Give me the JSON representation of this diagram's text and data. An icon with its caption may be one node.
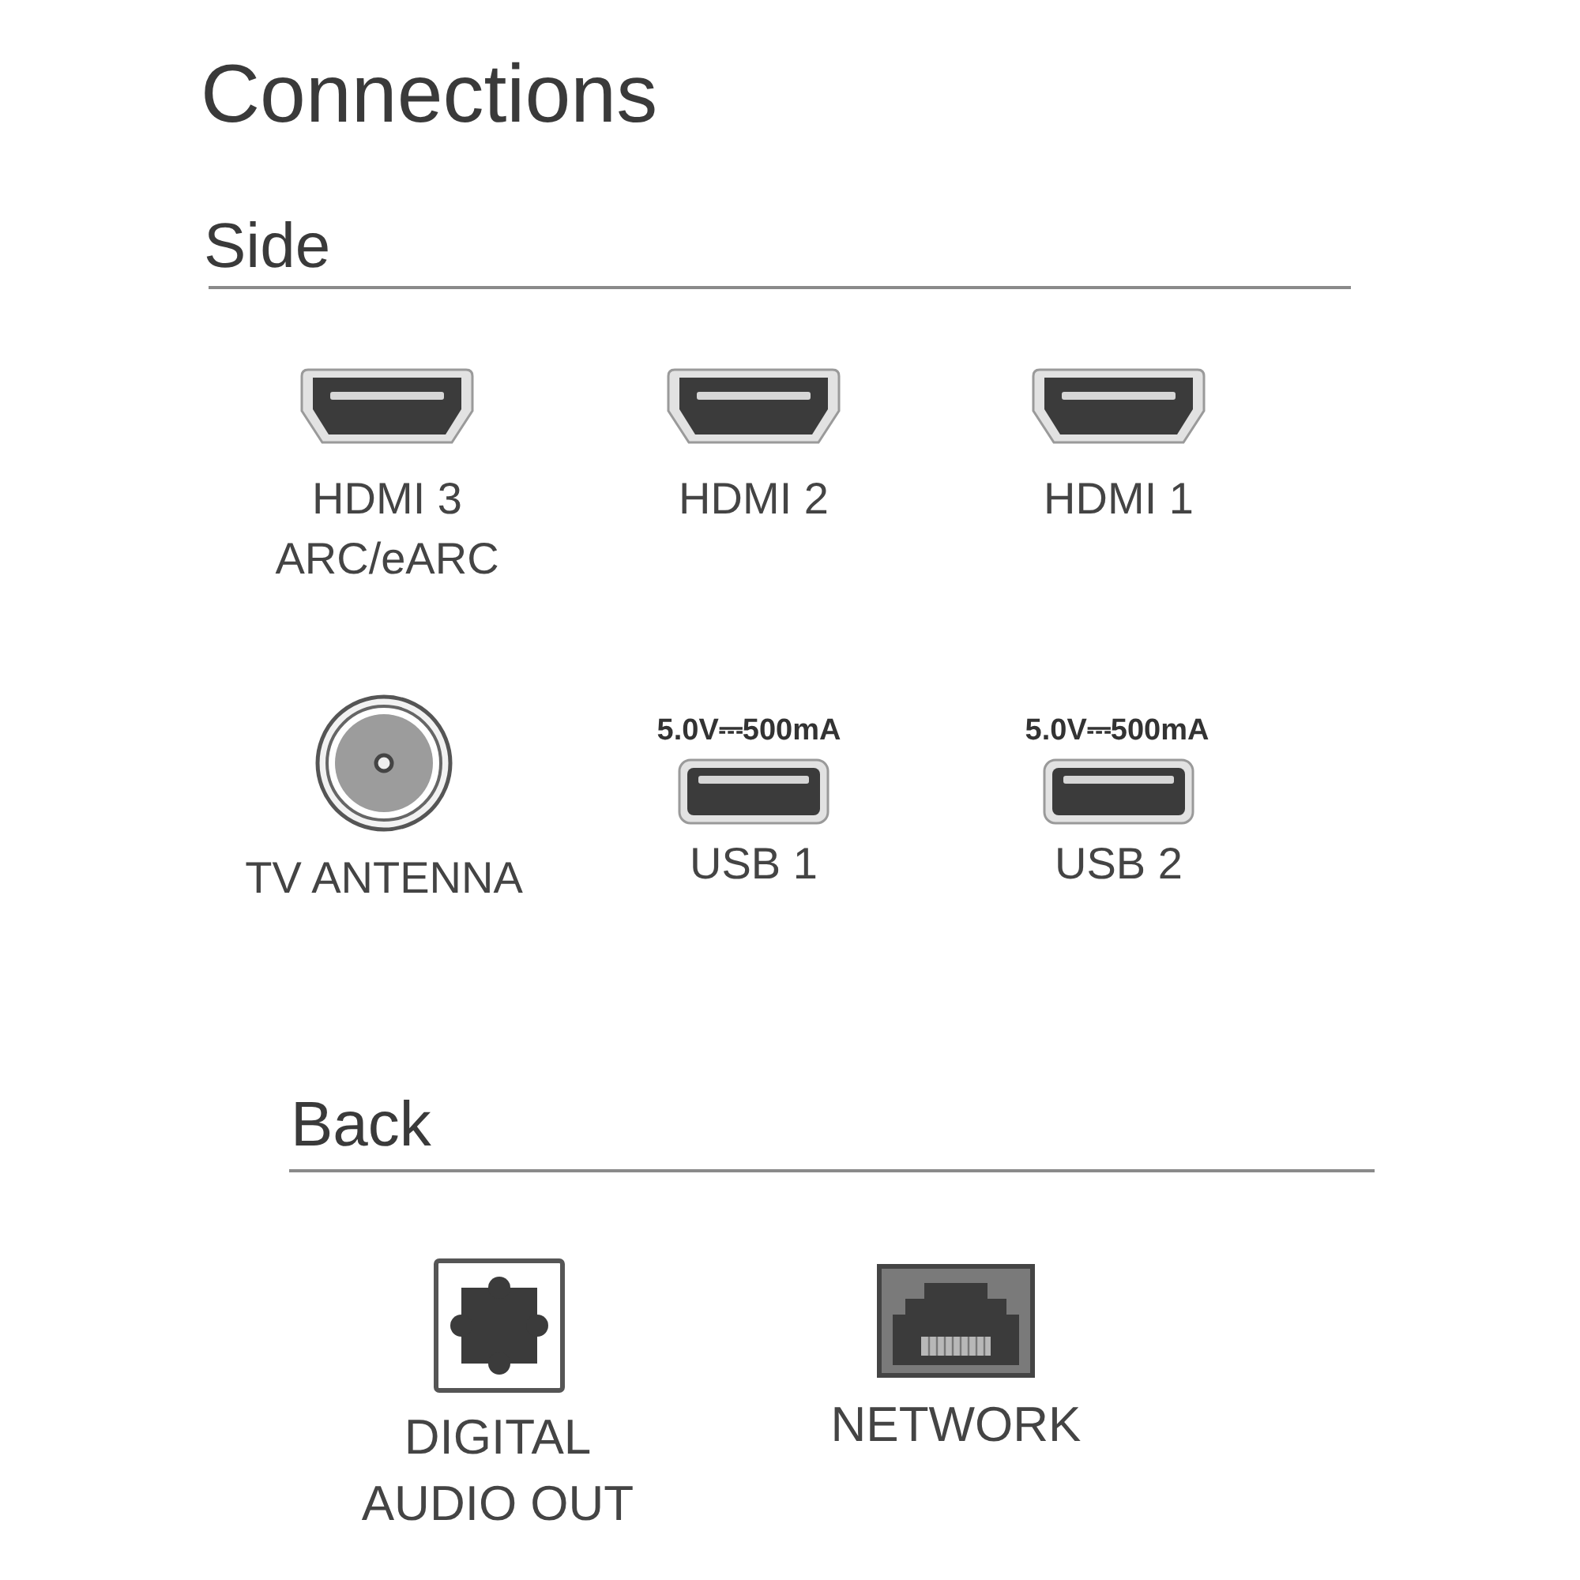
{
  "diagram": {
    "title": "Connections",
    "labels": [
      "Side",
      "HDMI 3 ARC/eARC",
      "HDMI 2",
      "HDMI 1",
      "5.0V⎓500mA",
      "5.0V⎓500mA",
      "TV ANTENNA",
      "USB 1",
      "USB 2",
      "Back",
      "DIGITAL AUDIO OUT",
      "NETWORK"
    ]
  }
}
